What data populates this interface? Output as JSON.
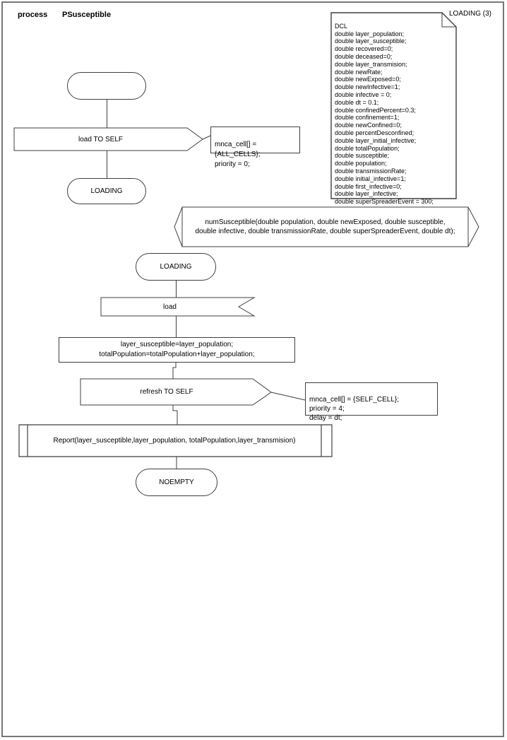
{
  "header": {
    "kind": "process",
    "name": "PSusceptible"
  },
  "dcl": {
    "corner_label": "LOADING (3)",
    "lines": [
      "DCL",
      "double layer_population;",
      "double layer_susceptible;",
      "double recovered=0;",
      "double deceased=0;",
      "double layer_transmision;",
      "double newRate;",
      "double newExposed=0;",
      "double newInfective=1;",
      "double infective = 0;",
      "double dt = 0.1;",
      "double confinedPercent=0.3;",
      "double confinement=1;",
      "double newConfined=0;",
      "double percentDesconfined;",
      "double layer_initial_infective;",
      "double totalPopulation;",
      "double susceptible;",
      "double population;",
      "double transmissionRate;",
      "double initial_infective=1;",
      "double first_infective=0;",
      "double layer_infective;",
      "double superSpreaderEvent = 300;"
    ]
  },
  "nodes": {
    "start_state": {
      "label": ""
    },
    "output_load": {
      "label": "load TO SELF"
    },
    "comment_load": {
      "lines": [
        "mnca_cell[] = {ALL_CELLS};",
        "priority = 0;"
      ]
    },
    "state_loading_top": {
      "label": "LOADING"
    },
    "procedure_decl": {
      "lines": [
        "numSusceptible(double population, double newExposed, double susceptible,",
        "double infective, double transmissionRate, double superSpreaderEvent, double dt);"
      ]
    },
    "state_loading_mid": {
      "label": "LOADING"
    },
    "input_load": {
      "label": "load"
    },
    "task_assign": {
      "lines": [
        "layer_susceptible=layer_population;",
        "totalPopulation=totalPopulation+layer_population;"
      ]
    },
    "output_refresh": {
      "label": "refresh TO SELF"
    },
    "comment_refresh": {
      "lines": [
        "mnca_cell[] = {SELF_CELL};",
        "priority = 4;",
        "delay = dt;"
      ]
    },
    "procedure_call_report": {
      "label": "Report(layer_susceptible,layer_population, totalPopulation,layer_transmision)"
    },
    "state_noempty": {
      "label": "NOEMPTY"
    }
  },
  "colors": {
    "stroke": "#3f3f3f",
    "text": "#000000",
    "background": "#ffffff",
    "page_border": "#777777"
  }
}
